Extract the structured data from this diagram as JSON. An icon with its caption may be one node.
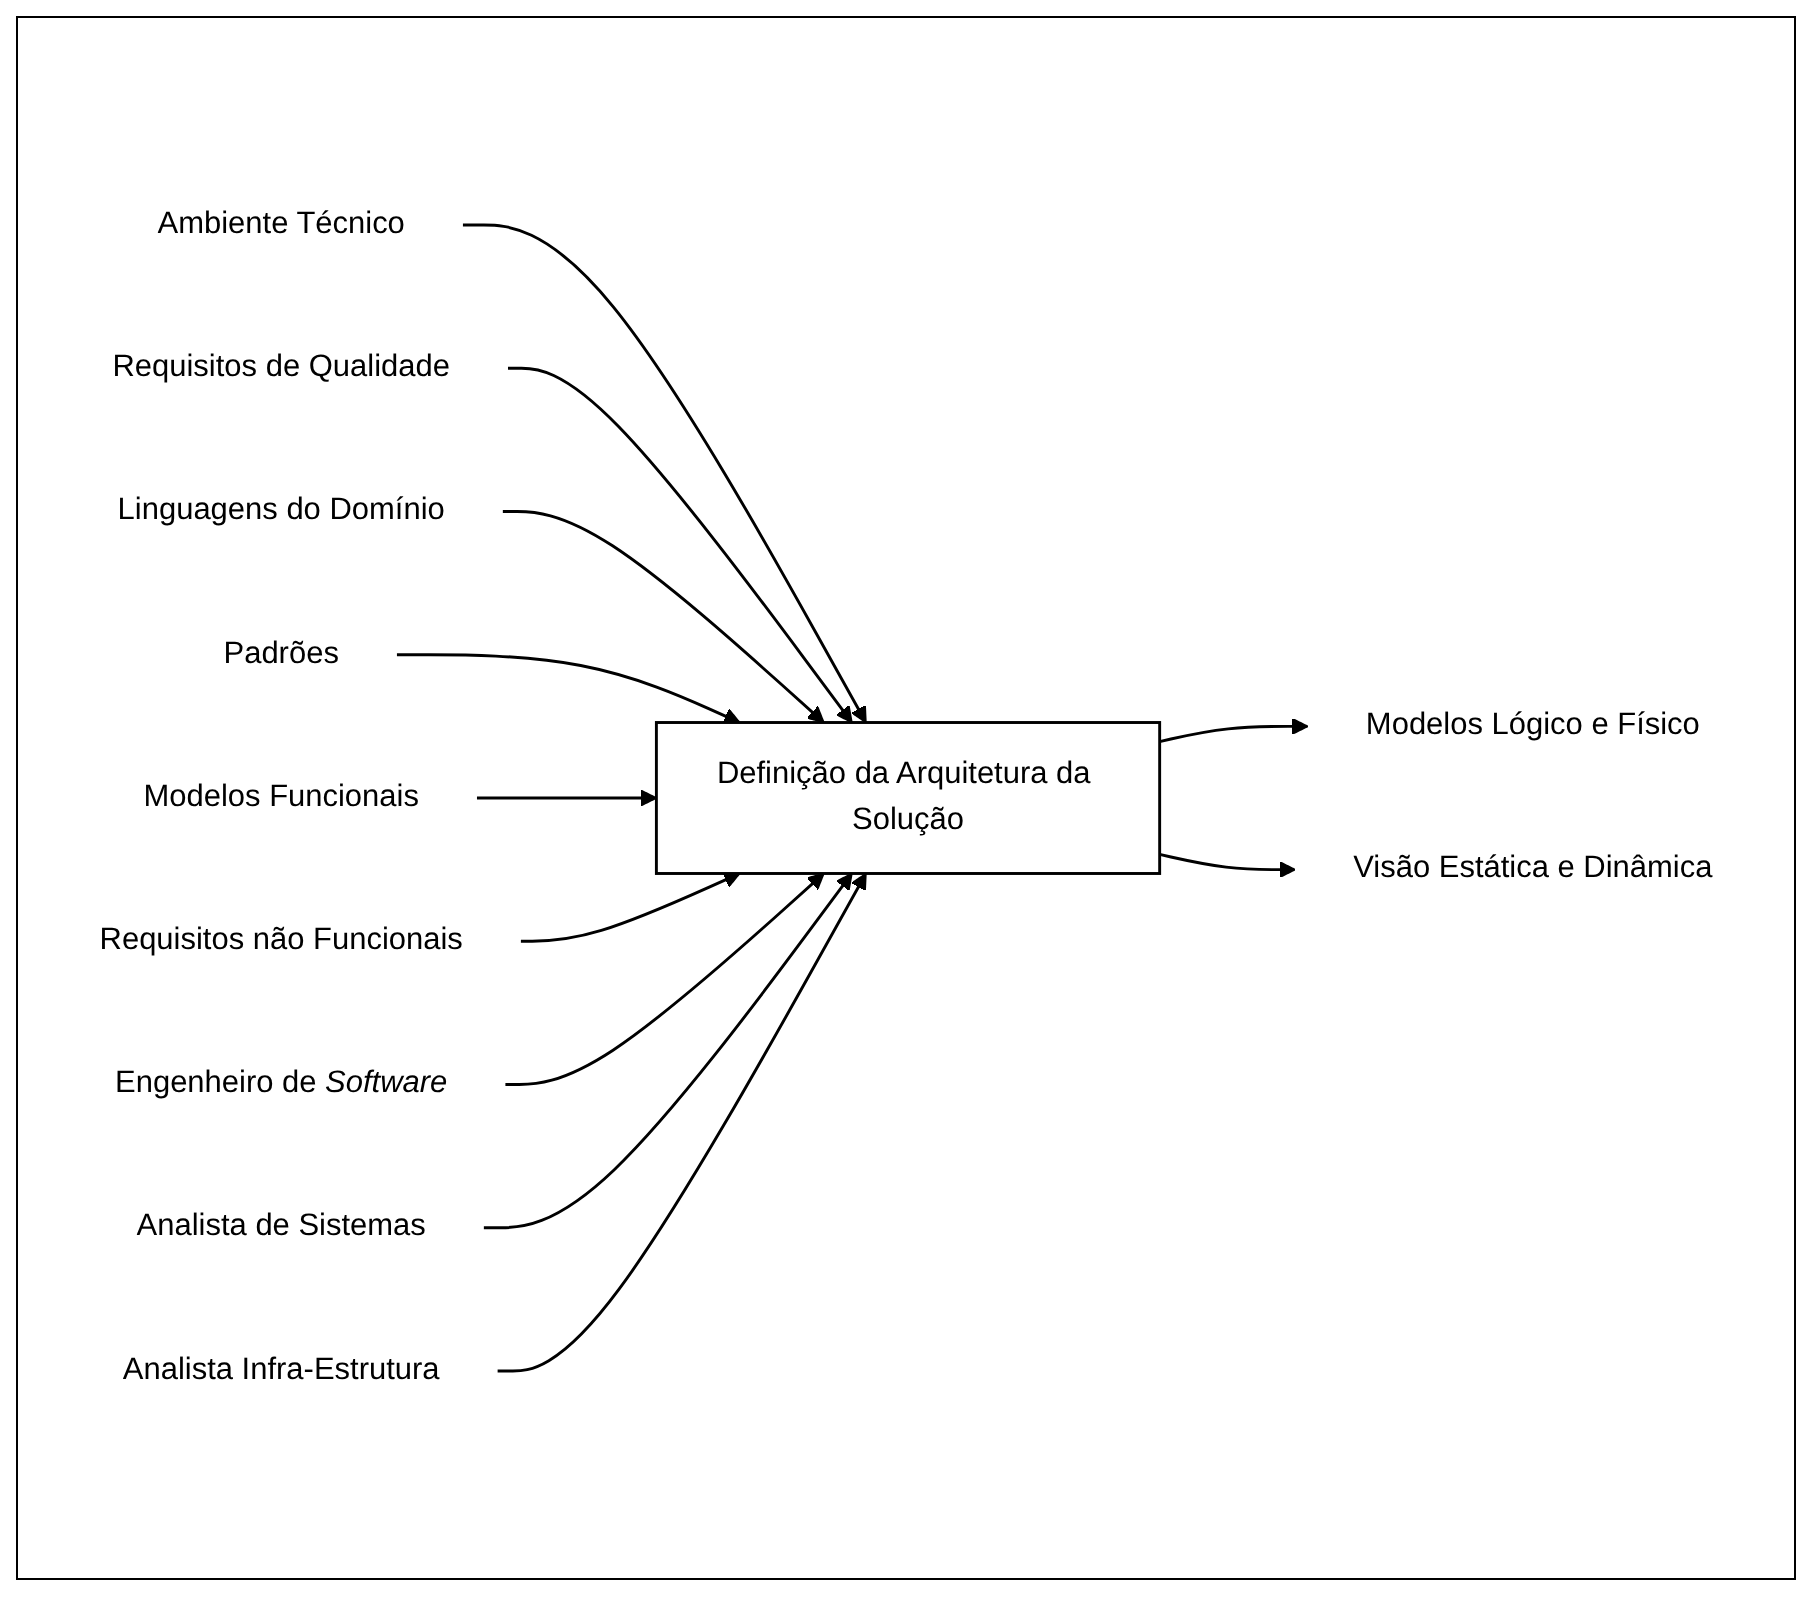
{
  "diagram": {
    "nodes": [
      {
        "text": [
          "Ambiente Técnico"
        ]
      },
      {
        "text": [
          "Requisitos de Qualidade"
        ]
      },
      {
        "text": [
          "Linguagens do Domínio"
        ]
      },
      {
        "text": [
          "Padrões"
        ]
      },
      {
        "text": [
          "Modelos Funcionais"
        ]
      },
      {
        "text": [
          "Requisitos não Funcionais"
        ]
      },
      {
        "text": [
          "Definição da Arquitetura da Solução"
        ]
      },
      {
        "text": [
          "Modelos Lógico e Físico"
        ]
      },
      {
        "text": [
          "Visão Estática e Dinâmica"
        ]
      },
      {
        "text": [
          "Engenheiro de *Software*"
        ]
      },
      {
        "text": [
          "Analista de Sistemas"
        ]
      },
      {
        "text": [
          "Analista Infra-Estrutura"
        ]
      }
    ],
    "edges": [
      {
        "from": 0,
        "to": 6,
        "arrow": "to"
      },
      {
        "from": 1,
        "to": 6,
        "arrow": "to"
      },
      {
        "from": 2,
        "to": 6,
        "arrow": "to"
      },
      {
        "from": 3,
        "to": 6,
        "arrow": "to"
      },
      {
        "from": 4,
        "to": 6,
        "arrow": "to"
      },
      {
        "from": 5,
        "to": 6,
        "arrow": "to"
      },
      {
        "from": 6,
        "to": 7,
        "arrow": "to"
      },
      {
        "from": 6,
        "to": 8,
        "arrow": "to"
      },
      {
        "from": 9,
        "to": 6,
        "arrow": "to"
      },
      {
        "from": 10,
        "to": 6,
        "arrow": "to"
      },
      {
        "from": 11,
        "to": 6,
        "arrow": "to"
      }
    ]
  }
}
